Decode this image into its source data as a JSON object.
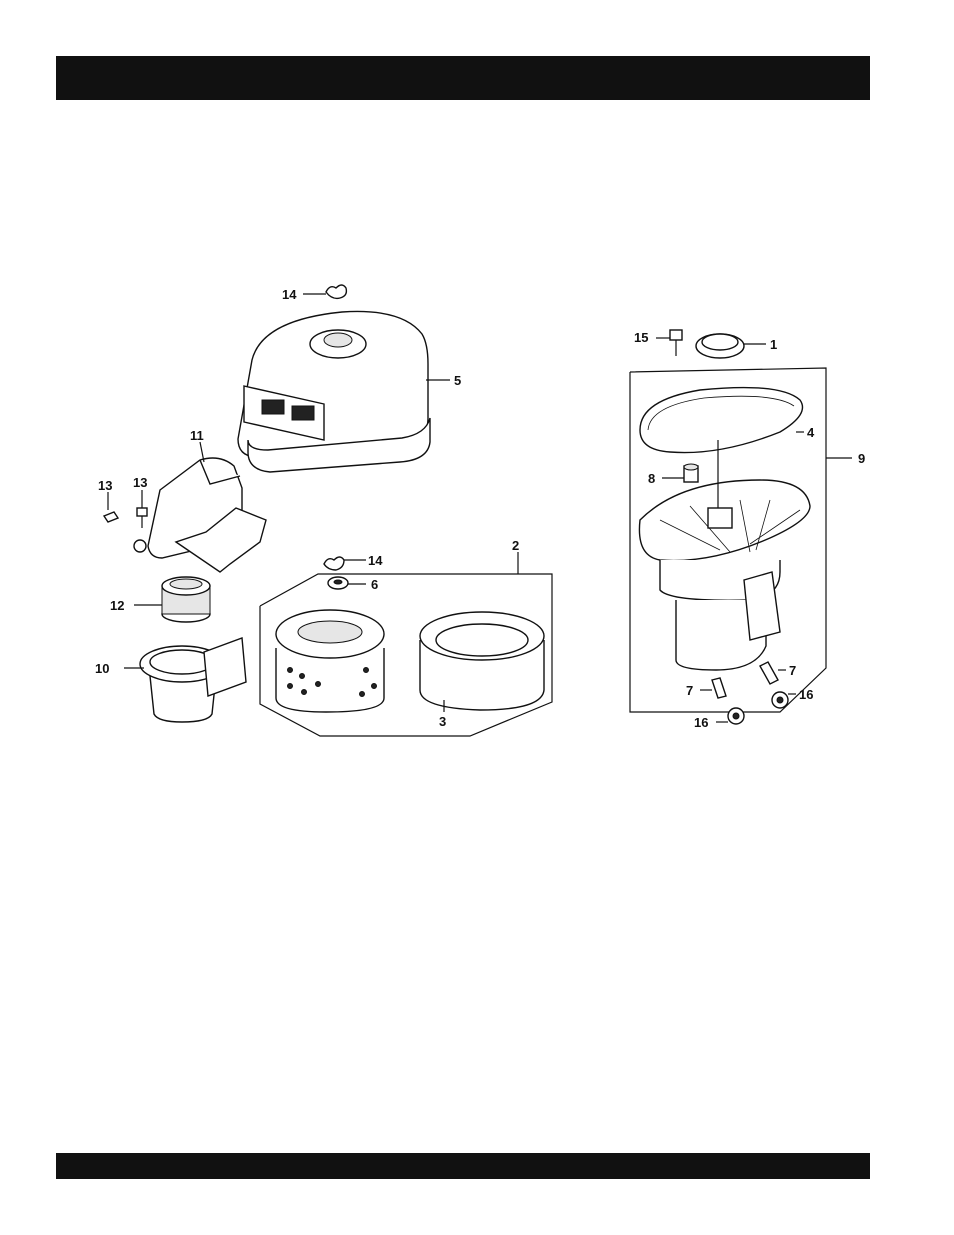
{
  "header": {
    "title": ""
  },
  "footer": {
    "text": ""
  },
  "callouts": {
    "c1": "1",
    "c2": "2",
    "c3": "3",
    "c4": "4",
    "c5": "5",
    "c6": "6",
    "c7a": "7",
    "c7b": "7",
    "c8": "8",
    "c9": "9",
    "c10": "10",
    "c11": "11",
    "c12": "12",
    "c13a": "13",
    "c13b": "13",
    "c14a": "14",
    "c14b": "14",
    "c15": "15",
    "c16a": "16",
    "c16b": "16"
  }
}
